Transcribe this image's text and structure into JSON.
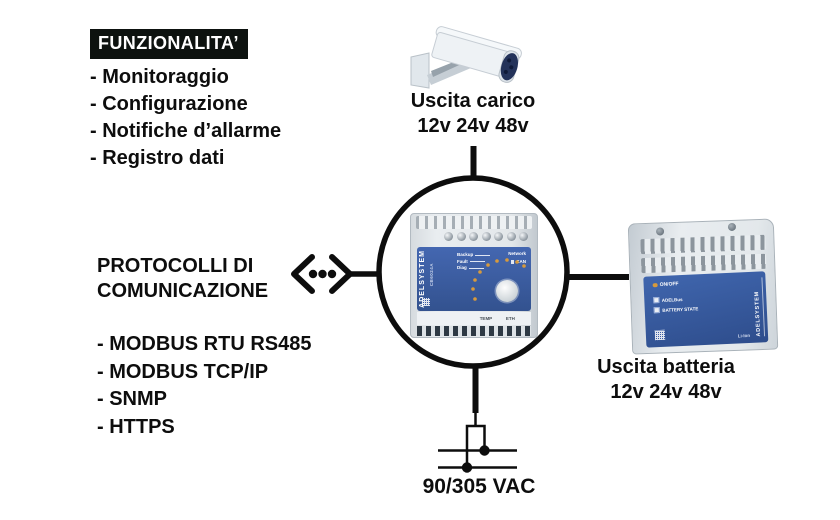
{
  "colors": {
    "panel_blue": "#3a5ba7",
    "led_orange": "#d79a3c",
    "title_box_bg": "#0d120f",
    "line_black": "#0d0d0d"
  },
  "funzionalita": {
    "title": "FUNZIONALITA’",
    "items": [
      "- Monitoraggio",
      "- Configurazione",
      "- Notifiche d’allarme",
      "- Registro dati"
    ]
  },
  "protocolli": {
    "line1": "PROTOCOLLI DI",
    "line2": "COMUNICAZIONE",
    "items": [
      "- MODBUS RTU RS485",
      "- MODBUS TCP/IP",
      "- SNMP",
      "- HTTPS"
    ]
  },
  "uscita_carico": {
    "label": "Uscita carico",
    "voltages": "12v 24v 48v"
  },
  "uscita_batteria": {
    "label": "Uscita batteria",
    "voltages": "12v 24v 48v"
  },
  "ingresso": {
    "label": "90/305 VAC"
  },
  "controller": {
    "brand": "ADELSYSTEM",
    "model": "CB6024A",
    "backup": "Backup",
    "fault": "Fault",
    "diag": "Diag",
    "network": "Network",
    "can": "CAN",
    "temp": "TEMP",
    "eth": "ETH"
  },
  "battery": {
    "brand": "ADELSYSTEM",
    "onoff": "ON/OFF",
    "adelbus": "ADELBus",
    "battery_state": "BATTERY STATE",
    "liion": "Li-Ion"
  }
}
